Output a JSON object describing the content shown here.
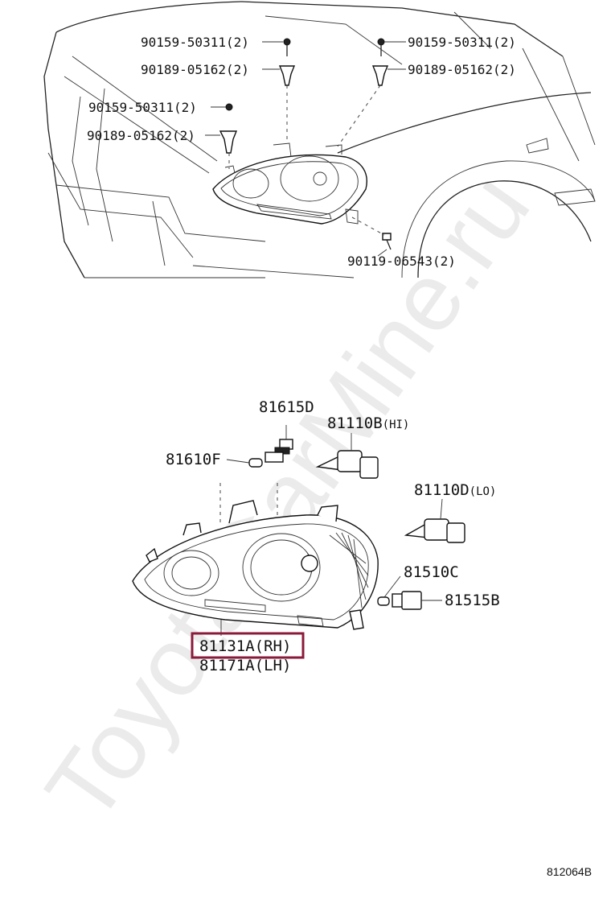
{
  "diagram": {
    "code": "812064B",
    "watermark": "ToyotaCarMine.ru",
    "highlight_color": "#8b1a3a",
    "upper_labels": [
      {
        "id": "a",
        "text": "90159-50311(2)"
      },
      {
        "id": "b",
        "text": "90189-05162(2)"
      },
      {
        "id": "c",
        "text": "90159-50311(2)"
      },
      {
        "id": "d",
        "text": "90189-05162(2)"
      },
      {
        "id": "e",
        "text": "90159-50311(2)"
      },
      {
        "id": "f",
        "text": "90189-05162(2)"
      },
      {
        "id": "g",
        "text": "90119-06543(2)"
      }
    ],
    "lower_labels": {
      "socket": "81615D",
      "bulb_hi": "81110B",
      "bulb_hi_suffix": "(HI)",
      "small_bulb": "81610F",
      "bulb_lo": "81110D",
      "bulb_lo_suffix": "(LO)",
      "side_bulb": "81510C",
      "side_socket": "81515B",
      "headlamp_rh": "81131A(RH)",
      "headlamp_lh": "81171A(LH)"
    }
  }
}
